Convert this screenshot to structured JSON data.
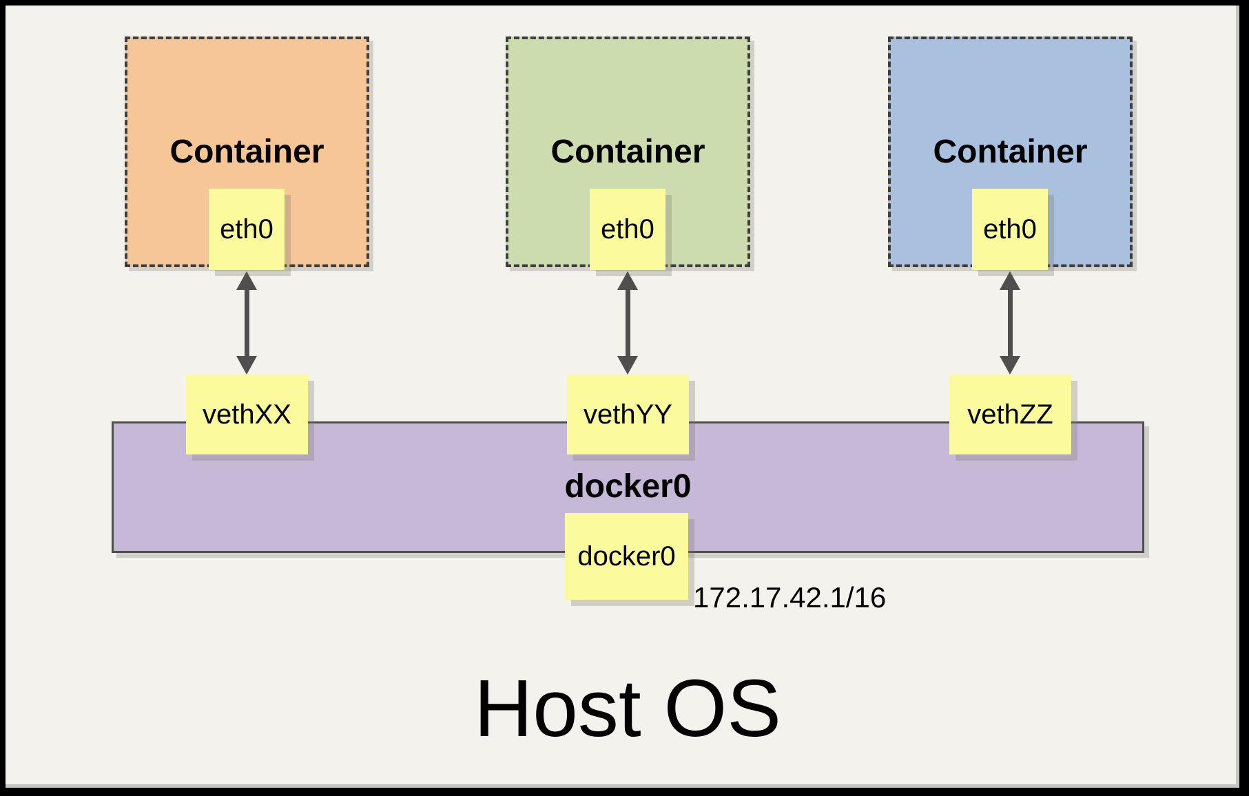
{
  "containers": [
    {
      "title": "Container",
      "interface_label": "eth0",
      "veth_label": "vethXX",
      "fill": "#F6C696"
    },
    {
      "title": "Container",
      "interface_label": "eth0",
      "veth_label": "vethYY",
      "fill": "#CCDCAE"
    },
    {
      "title": "Container",
      "interface_label": "eth0",
      "veth_label": "vethZZ",
      "fill": "#A9C0DF"
    }
  ],
  "bridge": {
    "label": "docker0",
    "interface_label": "docker0",
    "ip_label": "172.17.42.1/16",
    "fill": "#C6B8D7"
  },
  "host": {
    "label": "Host OS"
  },
  "colors": {
    "page_background": "#F4F2EC",
    "frame_border": "#000000",
    "interface_box_fill": "#FBFB9E",
    "line_gray": "#4F4F4F"
  }
}
